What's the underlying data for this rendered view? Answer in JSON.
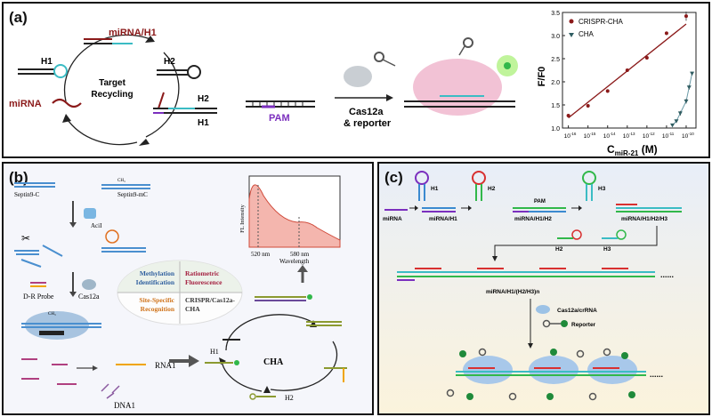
{
  "panel_a": {
    "label": "(a)",
    "h1": "H1",
    "mirna_h1": "miRNA/H1",
    "h2": "H2",
    "mirna": "miRNA",
    "target_recycling_1": "Target",
    "target_recycling_2": "Recycling",
    "h2_b": "H2",
    "h1_b": "H1",
    "pam": "PAM",
    "cas12a_1": "Cas12a",
    "cas12a_2": "& reporter",
    "chart": {
      "ylabel": "F/F0",
      "xlabel_c": "C",
      "xlabel_sub": "miR-21",
      "xlabel_unit": " (M)",
      "yticks": [
        "1.0",
        "1.5",
        "2.0",
        "2.5",
        "3.0",
        "3.5"
      ],
      "xticks": [
        "10",
        "10",
        "10",
        "10",
        "10",
        "10",
        "10"
      ],
      "xexp": [
        "-16",
        "-15",
        "-14",
        "-13",
        "-12",
        "-11",
        "-10"
      ]
    }
  },
  "chart_data": {
    "type": "scatter",
    "ylabel": "F/F0",
    "xlabel": "CmiR-21 (M)",
    "x_scale": "log",
    "ylim": [
      1.0,
      3.5
    ],
    "xlim_exp": [
      -16.3,
      -9.5
    ],
    "legend_position": "top-left",
    "series": [
      {
        "name": "CRISPR-CHA",
        "color": "#8b1a1a",
        "x_exp": [
          -16,
          -15,
          -14,
          -13,
          -12,
          -11,
          -10
        ],
        "y": [
          1.27,
          1.48,
          1.8,
          2.25,
          2.52,
          3.05,
          3.42
        ],
        "err": [
          0.03,
          0.04,
          0.04,
          0.03,
          0.04,
          0.04,
          0.1
        ]
      },
      {
        "name": "CHA",
        "color": "#2f5d62",
        "x_exp": [
          -10.7,
          -10.5,
          -10.3,
          -10.0,
          -9.85,
          -9.7
        ],
        "y": [
          1.06,
          1.15,
          1.32,
          1.58,
          1.88,
          2.18
        ],
        "err": [
          0.03,
          0.03,
          0.05,
          0.05,
          0.05,
          0.04
        ]
      }
    ],
    "fit_line": {
      "x_exp": [
        -16,
        -10
      ],
      "y": [
        1.22,
        3.25
      ]
    }
  },
  "panel_b": {
    "label": "(b)",
    "septin_c": "Septin9-C",
    "septin_mc": "Septin9-mC",
    "ch3": "CH₃",
    "acii": "AciI",
    "dr_probe": "D-R Probe",
    "cas12a": "Cas12a",
    "rna1": "RNA1",
    "dna1": "DNA1",
    "h1": "H1",
    "h2": "H2",
    "cha": "CHA",
    "m_id_1": "Methylation",
    "m_id_2": "Identification",
    "ratio_1": "Ratiometric",
    "ratio_2": "Fluorescence",
    "site_1": "Site-Specific",
    "site_2": "Recognition",
    "crispr_1": "CRISPR/Cas12a-",
    "crispr_2": "CHA",
    "spec_ylabel": "FL Intensity",
    "spec_xlabel": "Wavelength",
    "spec_520": "520 nm",
    "spec_580": "580 nm"
  },
  "panel_c": {
    "label": "(c)",
    "h1": "H1",
    "h2": "H2",
    "h3": "H3",
    "pam": "PAM",
    "mirna": "miRNA",
    "mirna_h1": "miRNA/H1",
    "mirna_h1_h2": "miRNA/H1/H2",
    "mirna_h1_h2_h3": "miRNA/H1/H2/H3",
    "h2_b": "H2",
    "h3_b": "H3",
    "polymer": "miRNA/H1/(H2/H3)n",
    "cas12a_crrna": "Cas12a/crRNA",
    "reporter": "Reporter",
    "dots": "......"
  },
  "colors": {
    "crispr": "#8b1a1a",
    "cha": "#2f5d62",
    "pam": "#7b2fbe",
    "cyan": "#3bbcc4",
    "green": "#31b84a",
    "orange": "#f0a500"
  }
}
